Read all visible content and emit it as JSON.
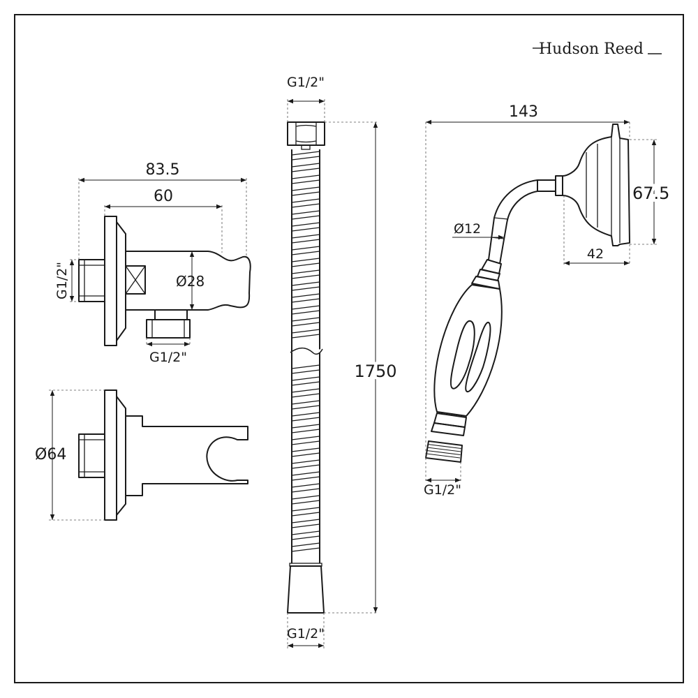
{
  "brand": "Hudson Reed",
  "wall_outlet": {
    "overall_width": "83.5",
    "body_width": "60",
    "thread_side": "G1/2\"",
    "thread_bottom": "G1/2\"",
    "holder_diameter": "Ø28",
    "flange_diameter": "Ø64"
  },
  "hose": {
    "top_thread": "G1/2\"",
    "length": "1750",
    "bottom_thread": "G1/2\""
  },
  "handset": {
    "overall_width": "143",
    "head_height": "67.5",
    "head_depth": "42",
    "neck_diameter": "Ø12",
    "thread": "G1/2\""
  }
}
